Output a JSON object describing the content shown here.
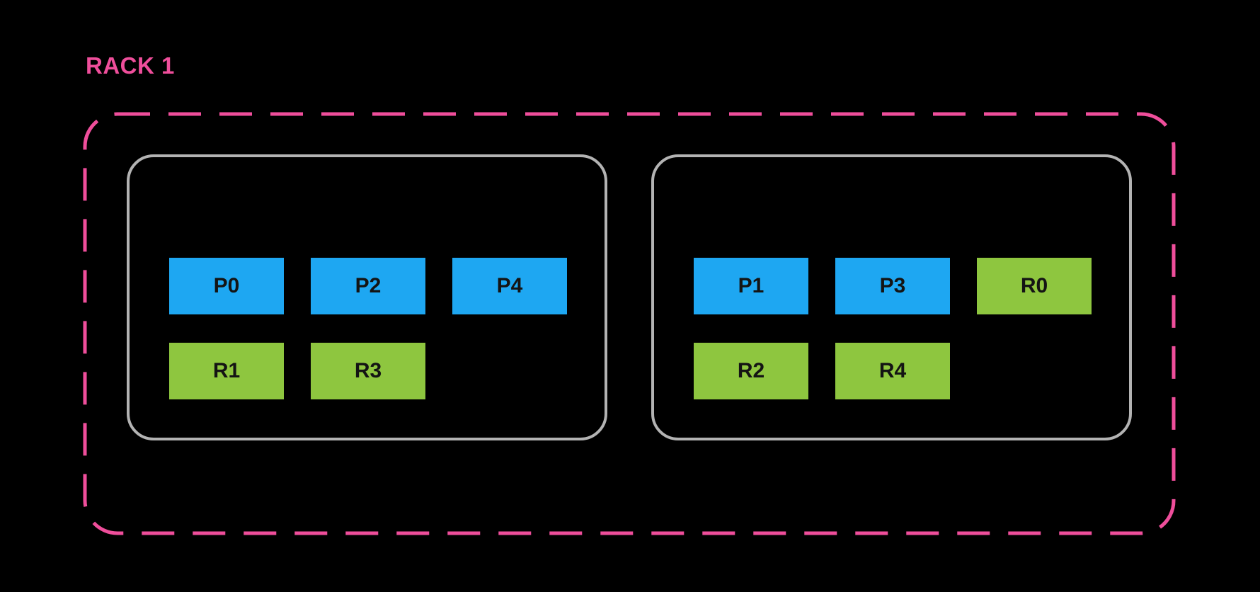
{
  "colors": {
    "background": "#000000",
    "pink": "#EF4E9B",
    "gray": "#B3B3B3",
    "blue": "#1EA7F2",
    "green": "#8EC63F",
    "text": "#141414"
  },
  "rack": {
    "label": "RACK 1",
    "nodes": [
      {
        "rows": [
          {
            "cells": [
              {
                "label": "P0",
                "type": "blue"
              },
              {
                "label": "P2",
                "type": "blue"
              },
              {
                "label": "P4",
                "type": "blue"
              }
            ]
          },
          {
            "cells": [
              {
                "label": "R1",
                "type": "green"
              },
              {
                "label": "R3",
                "type": "green"
              }
            ]
          }
        ]
      },
      {
        "rows": [
          {
            "cells": [
              {
                "label": "P1",
                "type": "blue"
              },
              {
                "label": "P3",
                "type": "blue"
              },
              {
                "label": "R0",
                "type": "green"
              }
            ]
          },
          {
            "cells": [
              {
                "label": "R2",
                "type": "green"
              },
              {
                "label": "R4",
                "type": "green"
              }
            ]
          }
        ]
      }
    ]
  }
}
